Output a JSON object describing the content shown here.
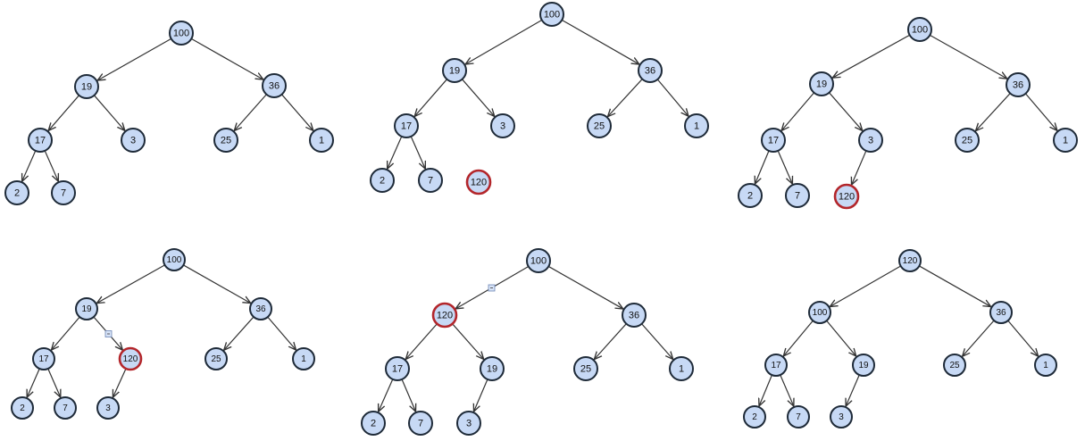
{
  "colors": {
    "node_fill": "#c7d9f5",
    "node_stroke": "#1e2a38",
    "highlight": "#b3262b",
    "edge": "#333333"
  },
  "panels": [
    {
      "id": "p1",
      "nodes": [
        {
          "id": "a",
          "label": "100"
        },
        {
          "id": "b",
          "label": "19"
        },
        {
          "id": "c",
          "label": "36"
        },
        {
          "id": "d",
          "label": "17"
        },
        {
          "id": "e",
          "label": "3"
        },
        {
          "id": "f",
          "label": "25"
        },
        {
          "id": "g",
          "label": "1"
        },
        {
          "id": "h",
          "label": "2"
        },
        {
          "id": "i",
          "label": "7"
        }
      ],
      "edges": [
        [
          "a",
          "b"
        ],
        [
          "a",
          "c"
        ],
        [
          "b",
          "d"
        ],
        [
          "b",
          "e"
        ],
        [
          "c",
          "f"
        ],
        [
          "c",
          "g"
        ],
        [
          "d",
          "h"
        ],
        [
          "d",
          "i"
        ]
      ]
    },
    {
      "id": "p2",
      "nodes": [
        {
          "id": "a",
          "label": "100"
        },
        {
          "id": "b",
          "label": "19"
        },
        {
          "id": "c",
          "label": "36"
        },
        {
          "id": "d",
          "label": "17"
        },
        {
          "id": "e",
          "label": "3"
        },
        {
          "id": "f",
          "label": "25"
        },
        {
          "id": "g",
          "label": "1"
        },
        {
          "id": "h",
          "label": "2"
        },
        {
          "id": "i",
          "label": "7"
        },
        {
          "id": "j",
          "label": "120",
          "highlight": true
        }
      ],
      "edges": [
        [
          "a",
          "b"
        ],
        [
          "a",
          "c"
        ],
        [
          "b",
          "d"
        ],
        [
          "b",
          "e"
        ],
        [
          "c",
          "f"
        ],
        [
          "c",
          "g"
        ],
        [
          "d",
          "h"
        ],
        [
          "d",
          "i"
        ]
      ]
    },
    {
      "id": "p3",
      "nodes": [
        {
          "id": "a",
          "label": "100"
        },
        {
          "id": "b",
          "label": "19"
        },
        {
          "id": "c",
          "label": "36"
        },
        {
          "id": "d",
          "label": "17"
        },
        {
          "id": "e",
          "label": "3"
        },
        {
          "id": "f",
          "label": "25"
        },
        {
          "id": "g",
          "label": "1"
        },
        {
          "id": "h",
          "label": "2"
        },
        {
          "id": "i",
          "label": "7"
        },
        {
          "id": "j",
          "label": "120",
          "highlight": true
        }
      ],
      "edges": [
        [
          "a",
          "b"
        ],
        [
          "a",
          "c"
        ],
        [
          "b",
          "d"
        ],
        [
          "b",
          "e"
        ],
        [
          "c",
          "f"
        ],
        [
          "c",
          "g"
        ],
        [
          "d",
          "h"
        ],
        [
          "d",
          "i"
        ],
        [
          "e",
          "j"
        ]
      ]
    },
    {
      "id": "p4",
      "nodes": [
        {
          "id": "a",
          "label": "100"
        },
        {
          "id": "b",
          "label": "19"
        },
        {
          "id": "c",
          "label": "36"
        },
        {
          "id": "d",
          "label": "17"
        },
        {
          "id": "e",
          "label": "120",
          "highlight": true
        },
        {
          "id": "f",
          "label": "25"
        },
        {
          "id": "g",
          "label": "1"
        },
        {
          "id": "h",
          "label": "2"
        },
        {
          "id": "i",
          "label": "7"
        },
        {
          "id": "j",
          "label": "3"
        }
      ],
      "edges": [
        [
          "a",
          "b"
        ],
        [
          "a",
          "c"
        ],
        [
          "b",
          "d"
        ],
        [
          "b",
          "e"
        ],
        [
          "c",
          "f"
        ],
        [
          "c",
          "g"
        ],
        [
          "d",
          "h"
        ],
        [
          "d",
          "i"
        ],
        [
          "e",
          "j"
        ]
      ],
      "swap_marker": [
        "b",
        "e"
      ]
    },
    {
      "id": "p5",
      "nodes": [
        {
          "id": "a",
          "label": "100"
        },
        {
          "id": "b",
          "label": "120",
          "highlight": true
        },
        {
          "id": "c",
          "label": "36"
        },
        {
          "id": "d",
          "label": "17"
        },
        {
          "id": "e",
          "label": "19"
        },
        {
          "id": "f",
          "label": "25"
        },
        {
          "id": "g",
          "label": "1"
        },
        {
          "id": "h",
          "label": "2"
        },
        {
          "id": "i",
          "label": "7"
        },
        {
          "id": "j",
          "label": "3"
        }
      ],
      "edges": [
        [
          "a",
          "b"
        ],
        [
          "a",
          "c"
        ],
        [
          "b",
          "d"
        ],
        [
          "b",
          "e"
        ],
        [
          "c",
          "f"
        ],
        [
          "c",
          "g"
        ],
        [
          "d",
          "h"
        ],
        [
          "d",
          "i"
        ],
        [
          "e",
          "j"
        ]
      ],
      "swap_marker": [
        "a",
        "b"
      ]
    },
    {
      "id": "p6",
      "nodes": [
        {
          "id": "a",
          "label": "120"
        },
        {
          "id": "b",
          "label": "100"
        },
        {
          "id": "c",
          "label": "36"
        },
        {
          "id": "d",
          "label": "17"
        },
        {
          "id": "e",
          "label": "19"
        },
        {
          "id": "f",
          "label": "25"
        },
        {
          "id": "g",
          "label": "1"
        },
        {
          "id": "h",
          "label": "2"
        },
        {
          "id": "i",
          "label": "7"
        },
        {
          "id": "j",
          "label": "3"
        }
      ],
      "edges": [
        [
          "a",
          "b"
        ],
        [
          "a",
          "c"
        ],
        [
          "b",
          "d"
        ],
        [
          "b",
          "e"
        ],
        [
          "c",
          "f"
        ],
        [
          "c",
          "g"
        ],
        [
          "d",
          "h"
        ],
        [
          "d",
          "i"
        ],
        [
          "e",
          "j"
        ]
      ]
    }
  ]
}
